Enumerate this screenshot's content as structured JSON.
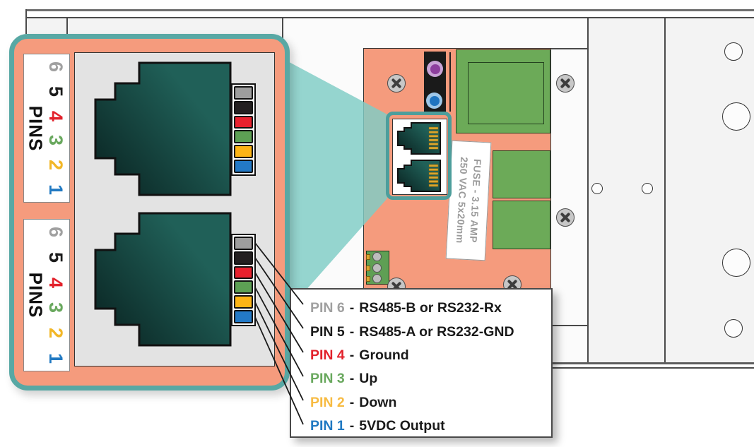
{
  "callout": {
    "pins_word": "PINS",
    "digits": [
      {
        "label": "6",
        "color": "#a0a0a0"
      },
      {
        "label": "5",
        "color": "#1b1b1b"
      },
      {
        "label": "4",
        "color": "#e2212b"
      },
      {
        "label": "3",
        "color": "#69a85e"
      },
      {
        "label": "2",
        "color": "#f2b727"
      },
      {
        "label": "1",
        "color": "#2079c2"
      }
    ],
    "pin_block_colors": [
      "#9e9e9e",
      "#231f20",
      "#e8202d",
      "#5da054",
      "#fcb415",
      "#2379c6"
    ]
  },
  "board": {
    "fuse_label": {
      "line1": "FUSE - 3.15 AMP",
      "line2": "250 VAC 5x20mm"
    }
  },
  "legend": {
    "separator": "-",
    "rows": [
      {
        "pin": "PIN 6",
        "color": "#a0a0a0",
        "desc": "RS485-B or RS232-Rx"
      },
      {
        "pin": "PIN 5",
        "color": "#1b1b1b",
        "desc": "RS485-A or RS232-GND"
      },
      {
        "pin": "PIN 4",
        "color": "#e2212b",
        "desc": "Ground"
      },
      {
        "pin": "PIN 3",
        "color": "#69a85e",
        "desc": "Up"
      },
      {
        "pin": "PIN 2",
        "color": "#f7bb42",
        "desc": "Down"
      },
      {
        "pin": "PIN 1",
        "color": "#2079c2",
        "desc": "5VDC Output"
      }
    ]
  },
  "colors": {
    "salmon_pcb": "#f59b7d",
    "callout_border": "#58a8a4",
    "beam_teal": "#95d4cf",
    "pcb_component_green": "#6caa58",
    "jack_teal_dark": "#0a2422",
    "jack_teal_light": "#206058",
    "contact_gold": "#d9a62e"
  }
}
